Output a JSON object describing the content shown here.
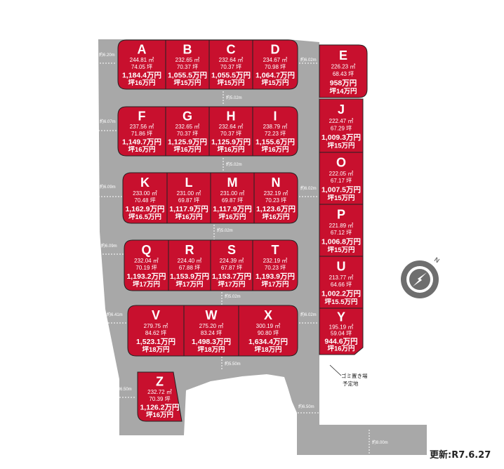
{
  "colors": {
    "road": "#a8a8a8",
    "lot": "#c8102e",
    "lot_border": "#222222",
    "compass_ring": "#6e6e6e",
    "text_light": "#ffffff"
  },
  "lots": [
    {
      "id": "A",
      "area": "244.81 ㎡",
      "tsubo": "74.05 坪",
      "price": "1,184.4万円",
      "unit": "坪16万円"
    },
    {
      "id": "B",
      "area": "232.65 ㎡",
      "tsubo": "70.37 坪",
      "price": "1,055.5万円",
      "unit": "坪15万円"
    },
    {
      "id": "C",
      "area": "232.64 ㎡",
      "tsubo": "70.37 坪",
      "price": "1,055.5万円",
      "unit": "坪15万円"
    },
    {
      "id": "D",
      "area": "234.67 ㎡",
      "tsubo": "70.98 坪",
      "price": "1,064.7万円",
      "unit": "坪15万円"
    },
    {
      "id": "E",
      "area": "226.23 ㎡",
      "tsubo": "68.43 坪",
      "price": "958万円",
      "unit": "坪14万円"
    },
    {
      "id": "F",
      "area": "237.56 ㎡",
      "tsubo": "71.86 坪",
      "price": "1,149.7万円",
      "unit": "坪16万円"
    },
    {
      "id": "G",
      "area": "232.65 ㎡",
      "tsubo": "70.37 坪",
      "price": "1,125.9万円",
      "unit": "坪16万円"
    },
    {
      "id": "H",
      "area": "232.64 ㎡",
      "tsubo": "70.37 坪",
      "price": "1,125.9万円",
      "unit": "坪16万円"
    },
    {
      "id": "I",
      "area": "238.79 ㎡",
      "tsubo": "72.23 坪",
      "price": "1,155.6万円",
      "unit": "坪16万円"
    },
    {
      "id": "J",
      "area": "222.47 ㎡",
      "tsubo": "67.29 坪",
      "price": "1,009.3万円",
      "unit": "坪15万円"
    },
    {
      "id": "K",
      "area": "233.00 ㎡",
      "tsubo": "70.48 坪",
      "price": "1,162.9万円",
      "unit": "坪16.5万円"
    },
    {
      "id": "L",
      "area": "231.00 ㎡",
      "tsubo": "69.87 坪",
      "price": "1,117.9万円",
      "unit": "坪16万円"
    },
    {
      "id": "M",
      "area": "231.00 ㎡",
      "tsubo": "69.87 坪",
      "price": "1,117.9万円",
      "unit": "坪16万円"
    },
    {
      "id": "N",
      "area": "232.19 ㎡",
      "tsubo": "70.23 坪",
      "price": "1,123.6万円",
      "unit": "坪16万円"
    },
    {
      "id": "O",
      "area": "222.05 ㎡",
      "tsubo": "67.17 坪",
      "price": "1,007.5万円",
      "unit": "坪15万円"
    },
    {
      "id": "P",
      "area": "221.89 ㎡",
      "tsubo": "67.12 坪",
      "price": "1,006.8万円",
      "unit": "坪15万円"
    },
    {
      "id": "Q",
      "area": "232.04 ㎡",
      "tsubo": "70.19 坪",
      "price": "1,193.2万円",
      "unit": "坪17万円"
    },
    {
      "id": "R",
      "area": "224.40 ㎡",
      "tsubo": "67.88 坪",
      "price": "1,153.9万円",
      "unit": "坪17万円"
    },
    {
      "id": "S",
      "area": "224.39 ㎡",
      "tsubo": "67.87 坪",
      "price": "1,153.7万円",
      "unit": "坪17万円"
    },
    {
      "id": "T",
      "area": "232.19 ㎡",
      "tsubo": "70.23 坪",
      "price": "1,193.9万円",
      "unit": "坪17万円"
    },
    {
      "id": "U",
      "area": "213.77 ㎡",
      "tsubo": "64.66 坪",
      "price": "1,002.2万円",
      "unit": "坪15.5万円"
    },
    {
      "id": "V",
      "area": "279.75 ㎡",
      "tsubo": "84.62 坪",
      "price": "1,523.1万円",
      "unit": "坪18万円"
    },
    {
      "id": "W",
      "area": "275.20 ㎡",
      "tsubo": "83.24 坪",
      "price": "1,498.3万円",
      "unit": "坪18万円"
    },
    {
      "id": "X",
      "area": "300.19 ㎡",
      "tsubo": "90.80 坪",
      "price": "1,634.4万円",
      "unit": "坪18万円"
    },
    {
      "id": "Y",
      "area": "195.19 ㎡",
      "tsubo": "59.04 坪",
      "price": "944.6万円",
      "unit": "坪16万円"
    },
    {
      "id": "Z",
      "area": "232.72 ㎡",
      "tsubo": "70.39 坪",
      "price": "1,126.2万円",
      "unit": "坪16万円"
    }
  ],
  "road_labels": [
    {
      "id": "r1",
      "text": "約6.20m"
    },
    {
      "id": "r2",
      "text": "約6.02m"
    },
    {
      "id": "r3",
      "text": "約5.02m"
    },
    {
      "id": "r4",
      "text": "約6.07m"
    },
    {
      "id": "r5",
      "text": "約5.02m"
    },
    {
      "id": "r6",
      "text": "約6.09m"
    },
    {
      "id": "r7",
      "text": "約6.02m"
    },
    {
      "id": "r8",
      "text": "約5.02m"
    },
    {
      "id": "r9",
      "text": "約6.09m"
    },
    {
      "id": "r10",
      "text": "約5.02m"
    },
    {
      "id": "r11",
      "text": "約6.41m"
    },
    {
      "id": "r12",
      "text": "約6.02m"
    },
    {
      "id": "r13",
      "text": "約5.50m"
    },
    {
      "id": "r14",
      "text": "約6.50m"
    },
    {
      "id": "r15",
      "text": "約6.50m"
    },
    {
      "id": "r16",
      "text": "約8.00m"
    }
  ],
  "garbage_note": {
    "line1": "ゴミ置き場",
    "line2": "予定地"
  },
  "updated": "更新:R7.6.27",
  "compass_mark": "N"
}
